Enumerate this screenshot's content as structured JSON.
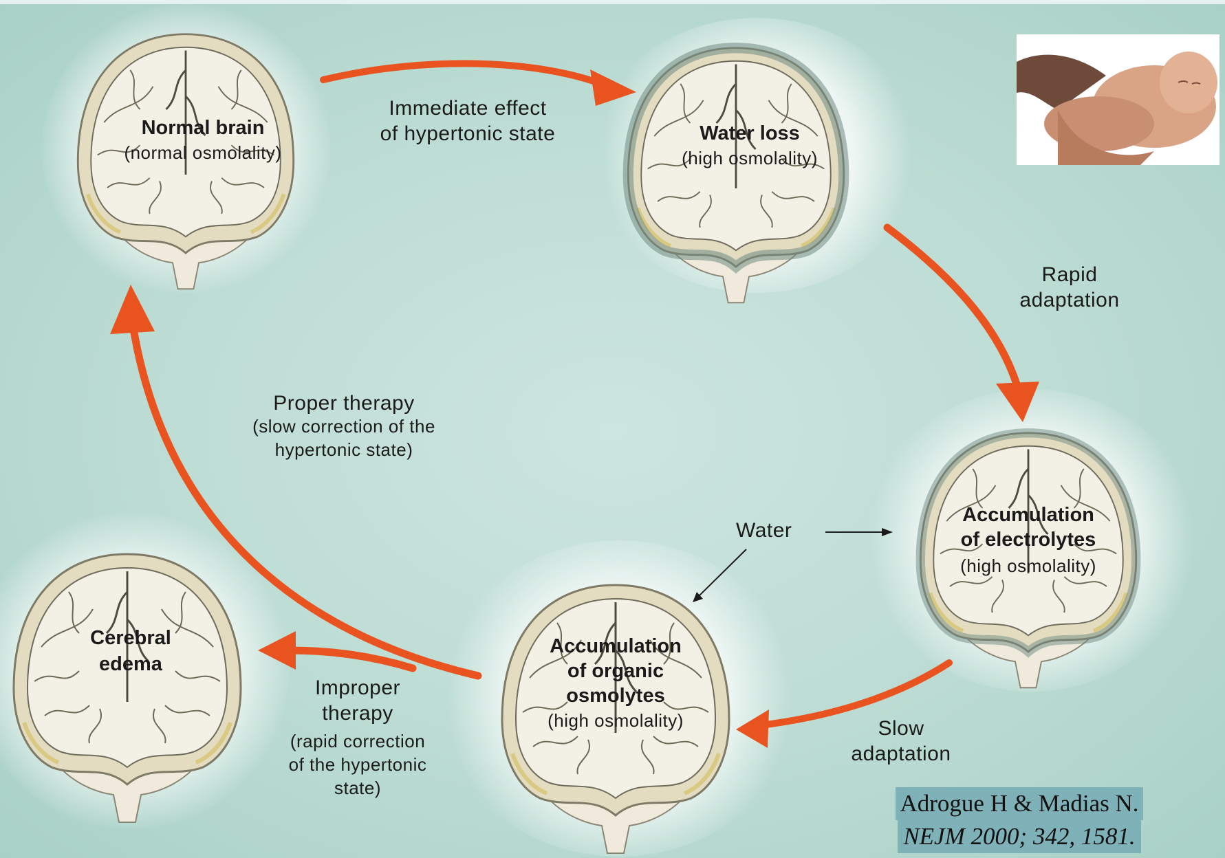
{
  "colors": {
    "background": "#bcdcd3",
    "arrow": "#e8531f",
    "citation_bg": "#7fb2b8",
    "brain_tissue": "#f1efe3"
  },
  "nodes": {
    "normal": {
      "title": "Normal brain",
      "sub": "(normal osmolality)"
    },
    "water_loss": {
      "title": "Water loss",
      "sub": "(high osmolality)"
    },
    "electrolytes": {
      "title1": "Accumulation",
      "title2": "of electrolytes",
      "sub": "(high osmolality)"
    },
    "organic": {
      "title1": "Accumulation",
      "title2": "of organic",
      "title3": "osmolytes",
      "sub": "(high osmolality)"
    },
    "edema": {
      "title1": "Cerebral",
      "title2": "edema"
    }
  },
  "edges": {
    "immediate": {
      "line1": "Immediate effect",
      "line2": "of hypertonic state"
    },
    "rapid": {
      "line1": "Rapid",
      "line2": "adaptation"
    },
    "slow": {
      "line1": "Slow",
      "line2": "adaptation"
    },
    "proper": {
      "line1": "Proper therapy",
      "line2": "(slow correction of the",
      "line3": "hypertonic state)"
    },
    "improper": {
      "line1": "Improper",
      "line2": "therapy",
      "line3": "(rapid correction",
      "line4": "of the hypertonic",
      "line5": "state)"
    },
    "water": "Water"
  },
  "citation": {
    "line1": "Adrogue H & Madias N.",
    "line2": "NEJM 2000; 342, 1581."
  },
  "photo_icon": "newborn-baby-photo"
}
